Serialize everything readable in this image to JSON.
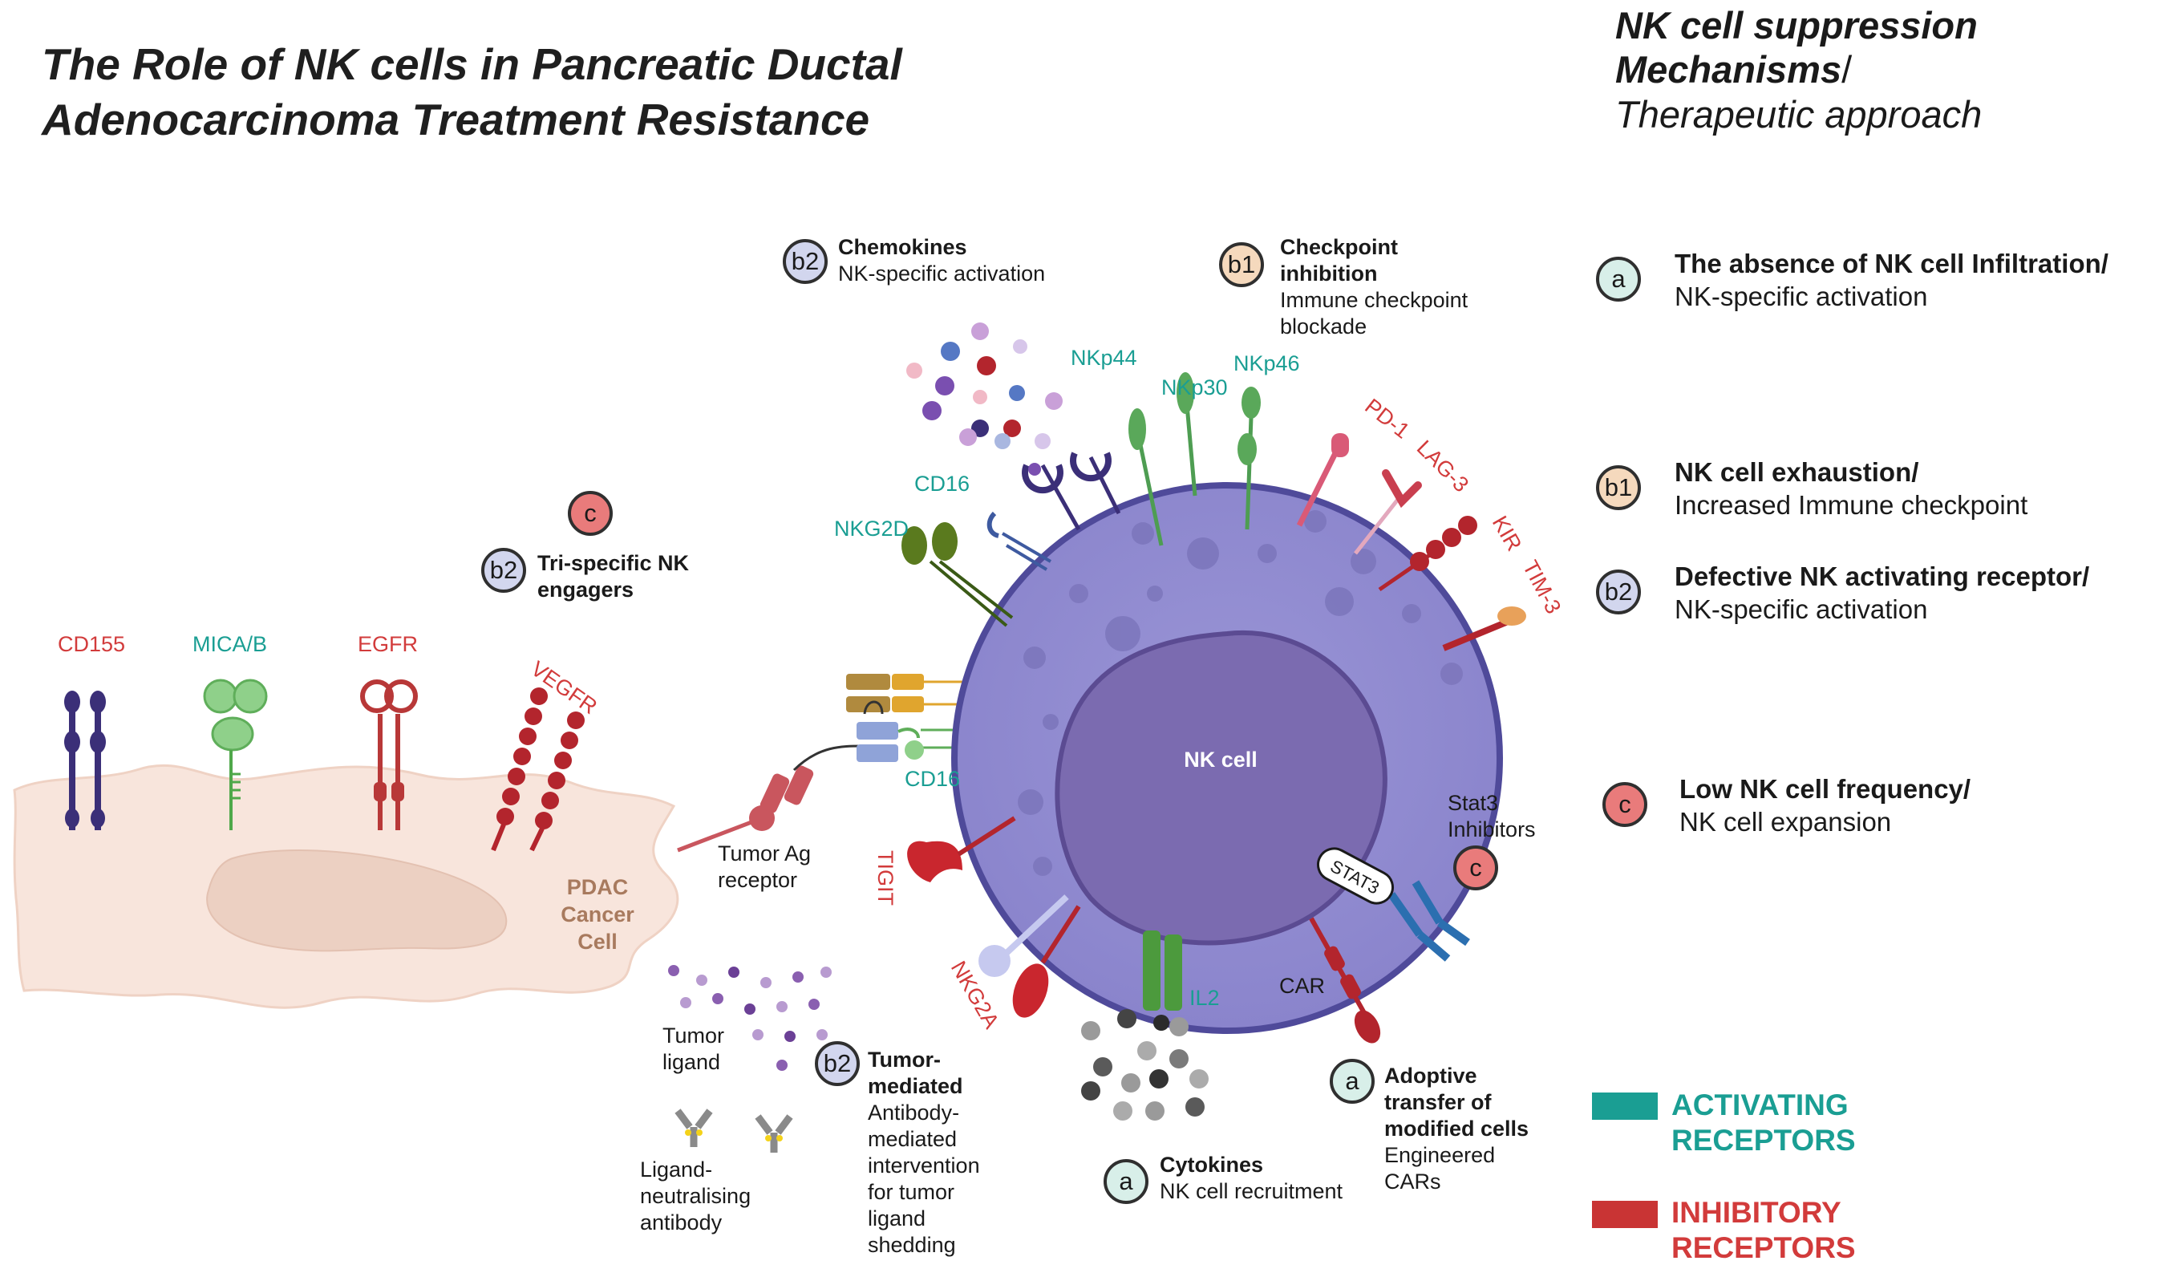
{
  "title": "The Role of NK cells in Pancreatic Ductal Adenocarcinoma Treatment Resistance",
  "right_panel": {
    "title_bold": "NK cell suppression Mechanisms",
    "title_sep": "/",
    "title_italic": "Therapeutic approach",
    "items": [
      {
        "badge": "a",
        "color": "#d8efe9",
        "heading": "The absence of NK cell Infiltration/",
        "text": "NK-specific activation"
      },
      {
        "badge": "b1",
        "color": "#f5d9bd",
        "heading": "NK cell exhaustion/",
        "text": "Increased Immune checkpoint"
      },
      {
        "badge": "b2",
        "color": "#d2d6ee",
        "heading": "Defective NK activating receptor/",
        "text": "NK-specific activation"
      },
      {
        "badge": "c",
        "color": "#e97b7b",
        "heading": "Low NK cell frequency/",
        "text": "NK cell expansion"
      }
    ]
  },
  "callouts": {
    "chemokines": {
      "badge": "b2",
      "heading": "Chemokines",
      "text": "NK-specific activation"
    },
    "checkpoint": {
      "badge": "b1",
      "heading": "Checkpoint inhibition",
      "text": "Immune checkpoint blockade"
    },
    "trispecific": {
      "badge_top": "c",
      "badge": "b2",
      "heading": "Tri-specific NK engagers"
    },
    "tumor_mediated": {
      "badge": "b2",
      "heading": "Tumor-mediated",
      "text": "Antibody-mediated intervention for tumor ligand shedding"
    },
    "cytokines": {
      "badge": "a",
      "heading": "Cytokines",
      "text": "NK cell recruitment"
    },
    "adoptive": {
      "badge": "a",
      "heading": "Adoptive transfer of modified cells",
      "text": "Engineered CARs"
    },
    "stat3": {
      "badge": "c",
      "text": "Stat3 Inhibitors"
    }
  },
  "cells": {
    "nk_cell": "NK cell",
    "pdac_cell": "PDAC Cancer Cell",
    "stat3_marker": "STAT3"
  },
  "receptors": {
    "tumor": {
      "cd155": "CD155",
      "mica": "MICA/B",
      "egfr": "EGFR",
      "vegfr": "VEGFR"
    },
    "activating": {
      "nkp44": "NKp44",
      "nkp30": "NKp30",
      "nkp46": "NKp46",
      "cd16_top": "CD16",
      "nkg2d": "NKG2D",
      "cd16_engager": "CD16",
      "il2": "IL2"
    },
    "inhibitory": {
      "pd1": "PD-1",
      "lag3": "LAG-3",
      "kir": "KIR",
      "tim3": "TIM-3",
      "tigit": "TIGIT",
      "nkg2a": "NKG2A"
    },
    "other": {
      "car": "CAR",
      "tumor_ag": "Tumor Ag receptor",
      "tumor_ligand": "Tumor ligand",
      "neutralising_ab": "Ligand-neutralising antibody"
    }
  },
  "legend": [
    {
      "label": "ACTIVATING RECEPTORS",
      "color": "#1a9e93"
    },
    {
      "label": "INHIBITORY RECEPTORS",
      "color": "#c93434"
    }
  ],
  "colors": {
    "nk_membrane": "#8f89cf",
    "nk_nucleus": "#7b6bb0",
    "pdac_cell": "#f8e5dc",
    "activating": "#1a9e93",
    "inhibitory": "#d23b3b"
  }
}
